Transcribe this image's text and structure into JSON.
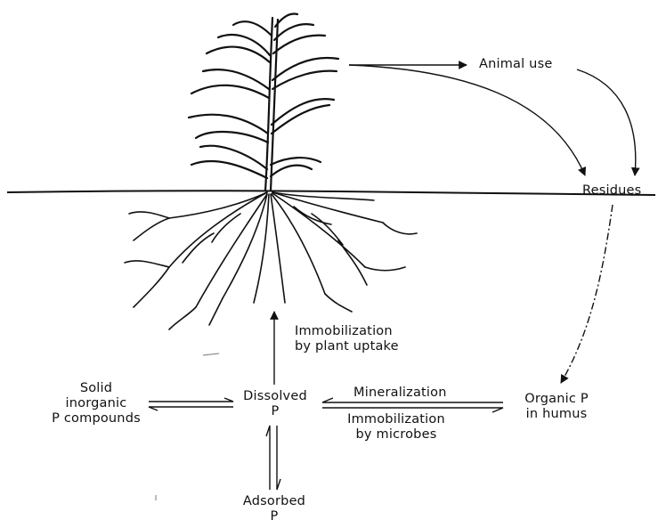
{
  "diagram": {
    "labels": {
      "animal_use": "Animal use",
      "residues": "Residues",
      "immobilization_plant": [
        "Immobilization",
        "by plant uptake"
      ],
      "solid_inorganic": [
        "Solid",
        "inorganic",
        "P compounds"
      ],
      "dissolved_p": [
        "Dissolved",
        "P"
      ],
      "mineralization": "Mineralization",
      "immobilization_microbes": [
        "Immobilization",
        "by microbes"
      ],
      "organic_p": [
        "Organic P",
        "in humus"
      ],
      "adsorbed_p": [
        "Adsorbed",
        "P"
      ]
    },
    "colors": {
      "ink": "#111111",
      "background": "#ffffff"
    }
  }
}
